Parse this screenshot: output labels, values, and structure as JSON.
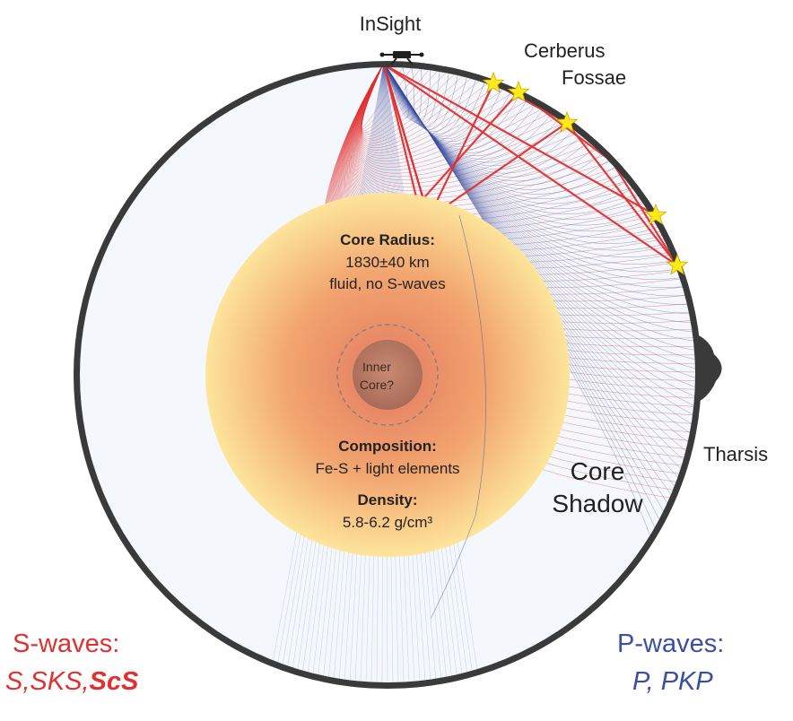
{
  "labels": {
    "station": "InSight",
    "region_1_line1": "Cerberus",
    "region_1_line2": "Fossae",
    "region_2": "Tharsis",
    "core_radius_title": "Core Radius:",
    "core_radius_value": "1830±40 km",
    "core_radius_note": "fluid, no S-waves",
    "inner_core_line1": "Inner",
    "inner_core_line2": "Core?",
    "composition_title": "Composition:",
    "composition_value": "Fe-S + light elements",
    "density_title": "Density:",
    "density_value": "5.8-6.2 g/cm³",
    "shadow_line1": "Core",
    "shadow_line2": "Shadow"
  },
  "legend": {
    "s_title": "S-waves:",
    "s_phases_a": "S,SKS,",
    "s_phases_b": "ScS",
    "p_title": "P-waves:",
    "p_phases": "P, PKP"
  },
  "colors": {
    "s_wave": "#e03030",
    "p_wave": "#3b4fa0",
    "crust": "#3a3a3a",
    "mantle": "#f4f7fb",
    "core_center": "#e07d60",
    "core_edge": "#fde49a",
    "inner_core": "#b97a66",
    "event_star": "#ffeb1a"
  },
  "icons": {
    "lander": "lander-icon",
    "event": "star-icon"
  }
}
